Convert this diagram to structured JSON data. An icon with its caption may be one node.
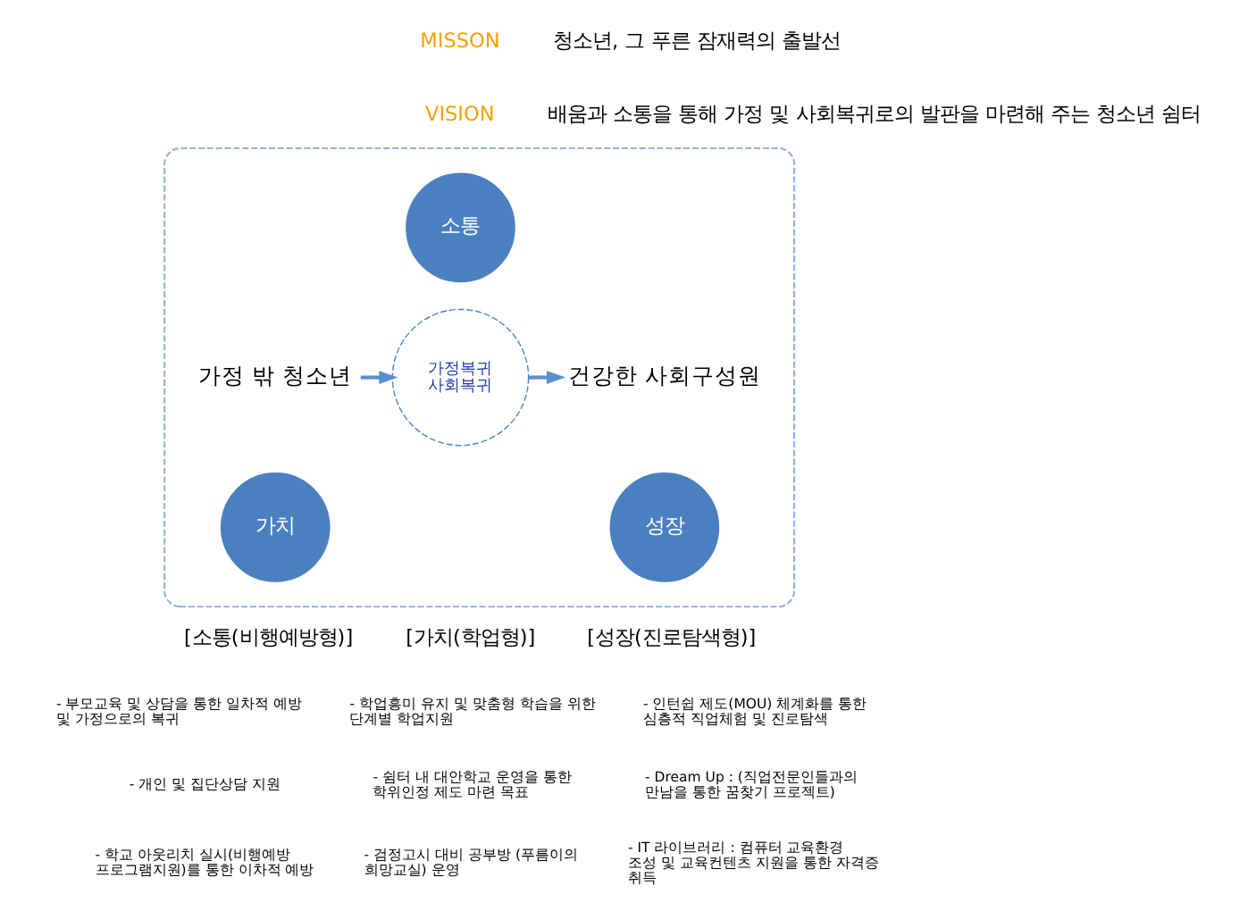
{
  "diagram": {
    "nodes": [
      {
        "text": [],
        "shape": "box"
      },
      {
        "text": [
          "가정 밖 청소년"
        ],
        "in": 0
      },
      {
        "text": [
          "소통"
        ],
        "in": 0
      },
      {
        "text": [
          "가치"
        ],
        "in": 0
      },
      {
        "text": [
          "성장"
        ],
        "in": 0
      },
      {
        "text": [
          "가정복귀 사회복귀"
        ],
        "in": 0
      },
      {
        "text": [
          "건강한 사회구성원"
        ],
        "in": 0
      }
    ],
    "edges": [
      {
        "from": 1,
        "to": 5,
        "arrow": "to"
      },
      {
        "from": 5,
        "to": 6,
        "arrow": "to"
      }
    ],
    "labels": [
      "MISSON",
      "청소년, 그 푸른 잠재력의 출발선",
      "VISION",
      "배움과 소통을 통해 가정 및 사회복귀로의 발판을 마련해 주는 청소년 쉼터",
      "[소통(비행예방형)]",
      "- 부모교육 및 상담을 통한 일차적 예방 및 가정으로의 복귀",
      "- 개인 및 집단상담 지원",
      "- 학교 아웃리치 실시(비행예방 프로그램지원)를 통한 이차적 예방",
      "[가치(학업형)]",
      "- 학업흥미 유지 및 맞춤형 학습을 위한 단계별 학업지원",
      "- 쉼터 내 대안학교 운영을 통한 학위인정 제도 마련 목표",
      "- 검정고시 대비 공부방 (푸름이의 희망교실) 운영",
      "[성장(진로탐색형)]",
      "- 인턴쉽 제도(MOU) 체계화를 통한 심층적 직업체험 및 진로탐색",
      "- Dream Up : (직업전문인들과의 만남을 통한 꿈찾기 프로젝트)",
      "- IT 라이브러리 : 컴퓨터 교육환경 조성 및 교육컨텐츠 지원을 통한 자격증 취득"
    ]
  }
}
